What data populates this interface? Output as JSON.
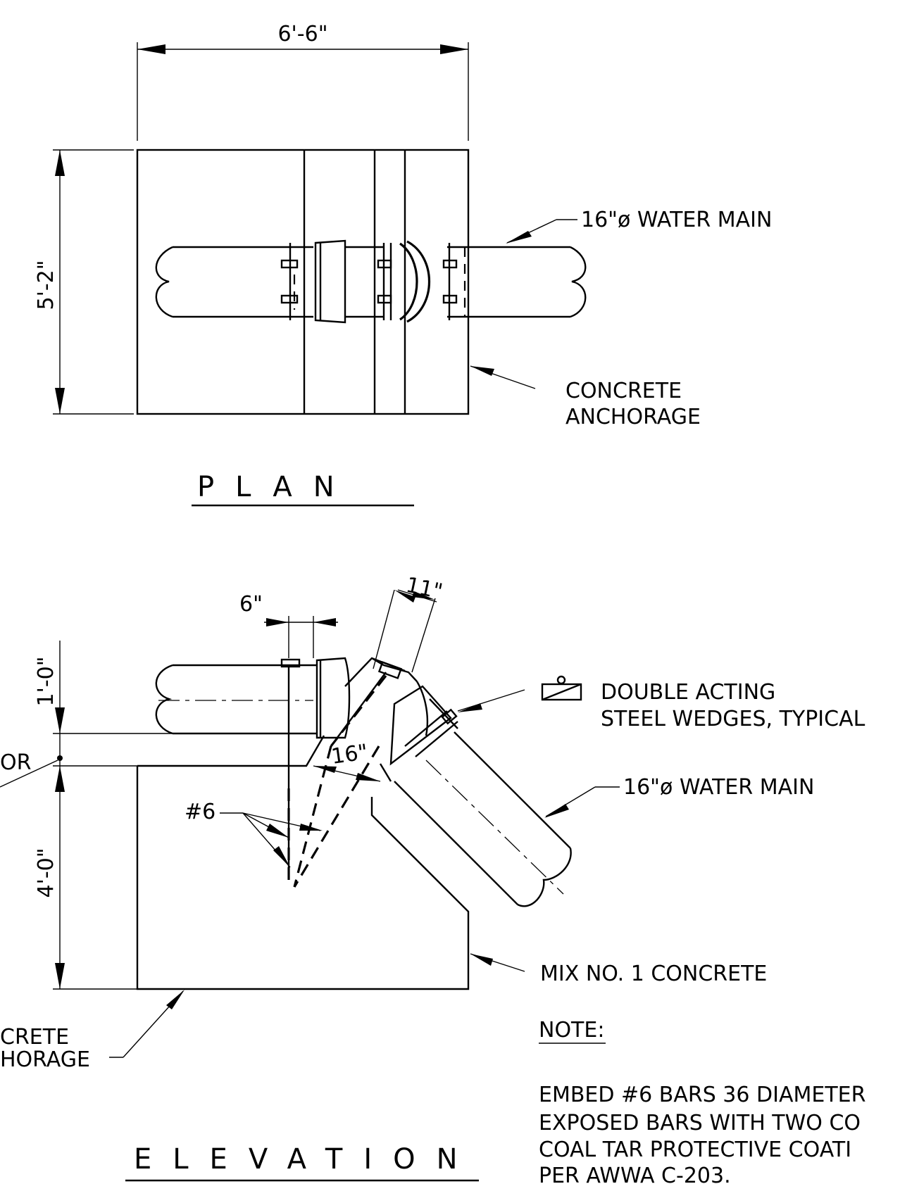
{
  "plan": {
    "width_dim": "6'-6\"",
    "height_dim": "5'-2\"",
    "water_main_label": "16\"ø WATER MAIN",
    "anchorage_label_1": "CONCRETE",
    "anchorage_label_2": "ANCHORAGE",
    "title": "PLAN"
  },
  "elevation": {
    "dim_6in": "6\"",
    "dim_11in": "11\"",
    "dim_16in": "16\"",
    "dim_1ft": "1'-0\"",
    "dim_4ft": "4'-0\"",
    "left_label_partial": "OR",
    "bar_label": "#6",
    "wedge_label_1": "DOUBLE ACTING",
    "wedge_label_2": "STEEL WEDGES, TYPICAL",
    "water_main_label": "16\"ø WATER MAIN",
    "concrete_label": "MIX NO. 1 CONCRETE",
    "anchorage_label_1": "CRETE",
    "anchorage_label_2": "HORAGE",
    "title": "ELEVATION"
  },
  "note": {
    "heading": "NOTE:",
    "line_1": "EMBED #6 BARS 36 DIAMETER",
    "line_2": "EXPOSED BARS WITH TWO CO",
    "line_3": "COAL TAR PROTECTIVE COATI",
    "line_4": "PER AWWA C-203."
  }
}
